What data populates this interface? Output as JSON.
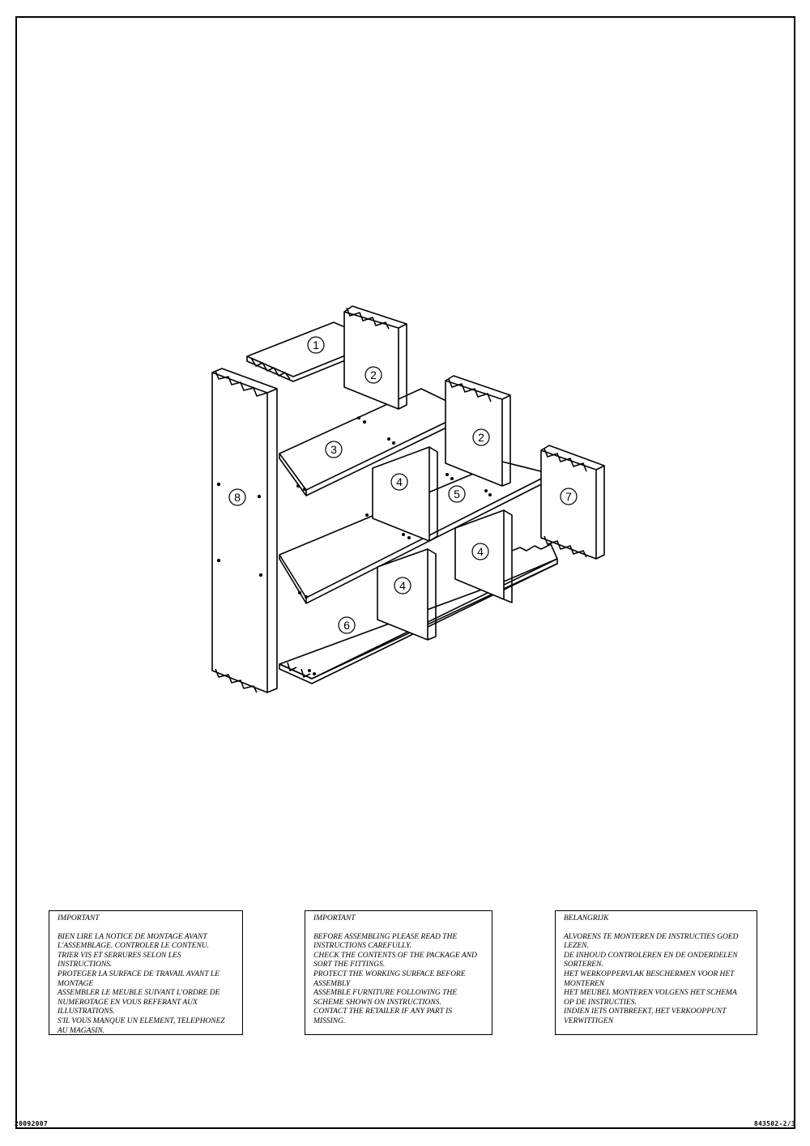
{
  "parts": [
    {
      "key": "p1",
      "label": "1"
    },
    {
      "key": "p2a",
      "label": "2"
    },
    {
      "key": "p2b",
      "label": "2"
    },
    {
      "key": "p3",
      "label": "3"
    },
    {
      "key": "p4a",
      "label": "4"
    },
    {
      "key": "p4b",
      "label": "4"
    },
    {
      "key": "p4c",
      "label": "4"
    },
    {
      "key": "p5",
      "label": "5"
    },
    {
      "key": "p6",
      "label": "6"
    },
    {
      "key": "p7",
      "label": "7"
    },
    {
      "key": "p8",
      "label": "8"
    }
  ],
  "notices": [
    {
      "title": "IMPORTANT",
      "lines": [
        "BIEN LIRE LA NOTICE DE MONTAGE AVANT",
        "L'ASSEMBLAGE. CONTROLER LE CONTENU.",
        "TRIER VIS ET SERRURES SELON LES",
        "INSTRUCTIONS.",
        "PROTEGER LA SURFACE DE TRAVAIL AVANT LE",
        "MONTAGE",
        "ASSEMBLER LE MEUBLE SUIVANT L'ORDRE DE",
        "NUMEROTAGE EN VOUS REFERANT AUX",
        "ILLUSTRATIONS.",
        "S'IL VOUS MANQUE UN ELEMENT, TELEPHONEZ",
        "AU MAGASIN."
      ]
    },
    {
      "title": "IMPORTANT",
      "lines": [
        "BEFORE ASSEMBLING PLEASE READ THE",
        "INSTRUCTIONS CAREFULLY.",
        "CHECK THE CONTENTS OF THE PACKAGE AND",
        "SORT THE FITTINGS.",
        "PROTECT THE WORKING SURFACE BEFORE",
        "ASSEMBLY",
        "ASSEMBLE FURNITURE FOLLOWING THE",
        "SCHEME SHOWN ON INSTRUCTIONS.",
        "CONTACT THE RETAILER IF ANY PART IS",
        "MISSING."
      ]
    },
    {
      "title": "BELANGRIJK",
      "lines": [
        "ALVORENS TE MONTEREN DE INSTRUCTIES GOED",
        "LEZEN.",
        "DE INHOUD CONTROLEREN EN DE ONDERDELEN",
        "SORTEREN.",
        "HET WERKOPPERVLAK BESCHERMEN VOOR HET",
        "MONTEREN",
        "HET MEUBEL MONTEREN VOLGENS HET SCHEMA",
        "OP DE INSTRUCTIES.",
        "INDIEN IETS ONTBREEKT, HET VERKOOPPUNT",
        "VERWITTIGEN"
      ]
    }
  ],
  "footer": {
    "left_code": "20092007",
    "right_code": "843502-2/3"
  }
}
